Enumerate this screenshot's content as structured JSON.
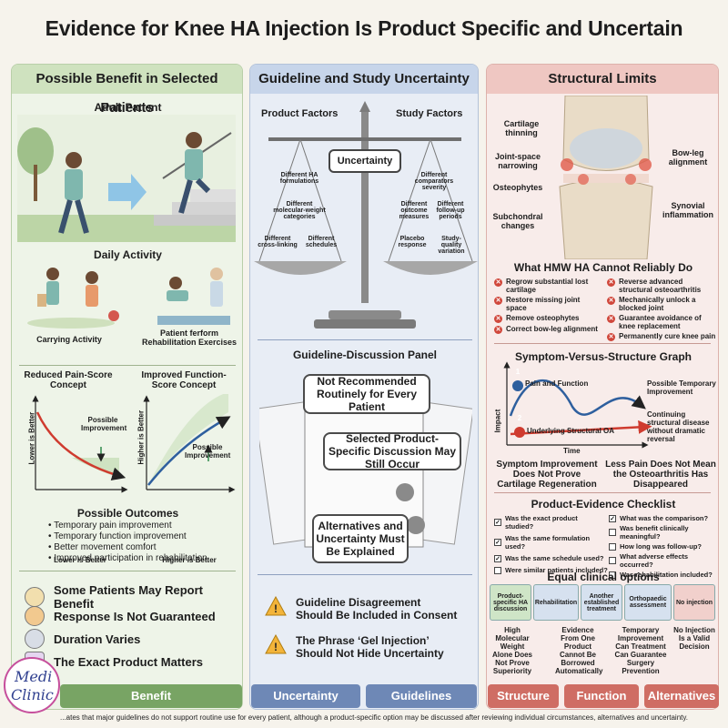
{
  "title": "Evidence for Knee HA Injection Is Product Specific and Uncertain",
  "left": {
    "header": "Possible Benefit in Selected Patients",
    "adult_patient": "Adult Patient",
    "daily_activity": "Daily Activity",
    "carrying": "Carrying Activity",
    "rehab": "Patient ferform Rehabilitation Exercises",
    "pain_chart": {
      "title": "Reduced Pain-Score Concept",
      "ylabel": "Lower is Better",
      "xlabel": "Lower is Better",
      "annotation": "Possible Improvement"
    },
    "function_chart": {
      "title": "Improved Function-Score Concept",
      "ylabel": "Higher is Better",
      "xlabel": "Higher is Better",
      "annotation": "Possible Improvement"
    },
    "outcomes_title": "Possible Outcomes",
    "outcomes": [
      "• Temporary pain improvement",
      "• Temporary function improvement",
      "• Better movement comfort",
      "• Improved participation in rehabilitation"
    ],
    "items": [
      "Some Patients May Report Benefit",
      "Response Is Not Guaranteed",
      "Duration Varies",
      "The Exact Product Matters"
    ],
    "footer": "Benefit"
  },
  "mid": {
    "header": "Guideline and Study Uncertainty",
    "product_factors": "Product Factors",
    "study_factors": "Study Factors",
    "uncertainty": "Uncertainty",
    "left_pan": [
      "Different HA formulations",
      "Different molecular-weight categories",
      "Different cross-linking",
      "Different schedules"
    ],
    "right_pan": [
      "Different comparators severity",
      "Different outcome measures",
      "Different follow-up periods",
      "Placebo response",
      "Study-quality variation"
    ],
    "panel_title": "Guideline-Discussion Panel",
    "bubble1": "Not Recommended Routinely for Every Patient",
    "bubble2": "Selected Product-Specific Discussion May Still Occur",
    "bubble3": "Alternatives and Uncertainty Must Be Explained",
    "warn1": "Guideline Disagreement Should Be Included in Consent",
    "warn2": "The Phrase ‘Gel Injection’ Should Not Hide Uncertainty",
    "footer1": "Uncertainty",
    "footer2": "Guidelines"
  },
  "right": {
    "header": "Structural Limits",
    "labels": {
      "cartilage": "Cartilage thinning",
      "joint_space": "Joint-space narrowing",
      "osteophytes": "Osteophytes",
      "subchondral": "Subchondral changes",
      "bowleg": "Bow-leg alignment",
      "synovial": "Synovial inflammation"
    },
    "cannot_title": "What HMW HA Cannot Reliably Do",
    "cannot_left": [
      "Regrow substantial lost cartilage",
      "Restore missing joint space",
      "Remove osteophytes",
      "Correct bow-leg alignment"
    ],
    "cannot_right": [
      "Reverse advanced structural osteoarthritis",
      "Mechanically unlock a blocked joint",
      "Guarantee avoidance of knee replacement",
      "Permanently cure knee pain"
    ],
    "graph": {
      "title": "Symptom-Versus-Structure Graph",
      "ylabel": "Impact",
      "xlabel": "Time",
      "series1": "Pain and Function",
      "series2": "Underlying Structural OA",
      "ann1": "Possible Temporary Improvement",
      "ann2": "Continuing structural disease without dramatic reversal",
      "n1": "1",
      "n2": "2"
    },
    "note_left": "Symptom Improvement Does Not Prove Cartilage Regeneration",
    "note_right": "Less Pain Does Not Mean the Osteoarthritis Has Disappeared",
    "checklist_title": "Product-Evidence Checklist",
    "check_left": [
      {
        "t": "Was the exact product studied?",
        "c": true
      },
      {
        "t": "Was the same formulation used?",
        "c": true
      },
      {
        "t": "Was the same schedule used?",
        "c": true
      },
      {
        "t": "Were similar patients included?",
        "c": false
      }
    ],
    "check_right": [
      {
        "t": "What was the comparison?",
        "c": true
      },
      {
        "t": "Was benefit clinically meaningful?",
        "c": false
      },
      {
        "t": "How long was follow-up?",
        "c": false
      },
      {
        "t": "What adverse effects occurred?",
        "c": false
      },
      {
        "t": "Was rehabilitation included?",
        "c": false
      }
    ],
    "options_title": "Equal clinical options",
    "options": [
      "Product-specific HA discussion",
      "Rehabilitation",
      "Another established treatment",
      "Orthopaedic assessment",
      "No injection"
    ],
    "option_colors": [
      "#cfe5c7",
      "#d6e1ef",
      "#d6e1ef",
      "#d6e1ef",
      "#f1d0cc"
    ],
    "option_notes": [
      "High Molecular Weight Alone Does Not Prove Superiority",
      "Evidence From One Product Cannot Be Borrowed Automatically",
      "Temporary Improvement Can Treatment Can Guarantee Surgery Prevention",
      "No Injection Is a Valid Decision"
    ],
    "footers": [
      "Structure",
      "Function",
      "Alternatives"
    ]
  },
  "logo": {
    "line1": "Medi",
    "line2": "Clinic"
  },
  "footnote": "...ates that major guidelines do not support routine use for every patient, although a product-specific option may be discussed after reviewing individual circumstances, alternatives and uncertainty.",
  "colors": {
    "benefit": "#78a464",
    "uncertainty": "#6e88b6",
    "structure": "#cf6d64",
    "curve_red": "#cf3b2f",
    "curve_blue": "#2e5f9e"
  }
}
